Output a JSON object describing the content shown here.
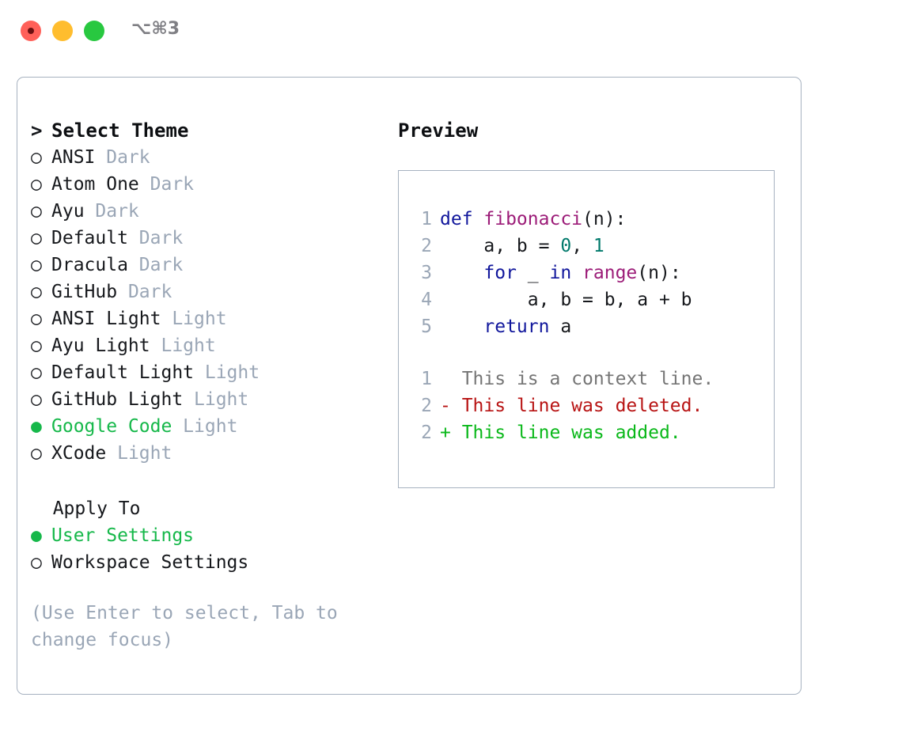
{
  "titlebar": {
    "shortcut": "⌥⌘3",
    "buttons": {
      "close": "close-button",
      "minimize": "minimize-button",
      "maximize": "maximize-button"
    }
  },
  "theme_picker": {
    "header_prefix": "> ",
    "header": "Select Theme",
    "bullet_off": "○ ",
    "bullet_on": "● ",
    "items": [
      {
        "name": "ANSI",
        "variant": "Dark",
        "selected": false
      },
      {
        "name": "Atom One",
        "variant": "Dark",
        "selected": false
      },
      {
        "name": "Ayu",
        "variant": "Dark",
        "selected": false
      },
      {
        "name": "Default",
        "variant": "Dark",
        "selected": false
      },
      {
        "name": "Dracula",
        "variant": "Dark",
        "selected": false
      },
      {
        "name": "GitHub",
        "variant": "Dark",
        "selected": false
      },
      {
        "name": "ANSI Light",
        "variant": "Light",
        "selected": false
      },
      {
        "name": "Ayu Light",
        "variant": "Light",
        "selected": false
      },
      {
        "name": "Default Light",
        "variant": "Light",
        "selected": false
      },
      {
        "name": "GitHub Light",
        "variant": "Light",
        "selected": false
      },
      {
        "name": "Google Code",
        "variant": "Light",
        "selected": true
      },
      {
        "name": "XCode",
        "variant": "Light",
        "selected": false
      }
    ]
  },
  "apply_to": {
    "label": "  Apply To",
    "items": [
      {
        "name": "User Settings",
        "selected": true
      },
      {
        "name": "Workspace Settings",
        "selected": false
      }
    ]
  },
  "hint": "(Use Enter to select, Tab to change focus)",
  "preview": {
    "title": "Preview",
    "code_lines": [
      {
        "num": "1",
        "tokens": [
          {
            "t": "def ",
            "c": "kw"
          },
          {
            "t": "fibonacci",
            "c": "fn"
          },
          {
            "t": "(n):",
            "c": "txt"
          }
        ]
      },
      {
        "num": "2",
        "tokens": [
          {
            "t": "    a, b = ",
            "c": "txt"
          },
          {
            "t": "0",
            "c": "num"
          },
          {
            "t": ", ",
            "c": "txt"
          },
          {
            "t": "1",
            "c": "num"
          }
        ]
      },
      {
        "num": "3",
        "tokens": [
          {
            "t": "    ",
            "c": "txt"
          },
          {
            "t": "for",
            "c": "kw"
          },
          {
            "t": " _ ",
            "c": "txt"
          },
          {
            "t": "in",
            "c": "kw"
          },
          {
            "t": " ",
            "c": "txt"
          },
          {
            "t": "range",
            "c": "fn"
          },
          {
            "t": "(n):",
            "c": "txt"
          }
        ]
      },
      {
        "num": "4",
        "tokens": [
          {
            "t": "        a, b = b, a + b",
            "c": "txt"
          }
        ]
      },
      {
        "num": "5",
        "tokens": [
          {
            "t": "    ",
            "c": "txt"
          },
          {
            "t": "return",
            "c": "kw"
          },
          {
            "t": " a",
            "c": "txt"
          }
        ]
      }
    ],
    "diff_lines": [
      {
        "num": "1",
        "marker": "  ",
        "text": "This is a context line.",
        "kind": "ctx"
      },
      {
        "num": "2",
        "marker": "- ",
        "text": "This line was deleted.",
        "kind": "del"
      },
      {
        "num": "2",
        "marker": "+ ",
        "text": "This line was added.",
        "kind": "add"
      }
    ]
  },
  "colors": {
    "accent_green": "#16b84a",
    "keyword": "#11179c",
    "function": "#9c1c78",
    "number": "#00796b",
    "muted": "#9aa6b6",
    "diff_added": "#0ab81a",
    "diff_deleted": "#b81414",
    "diff_context": "#757575",
    "border": "#a7b2c0"
  }
}
